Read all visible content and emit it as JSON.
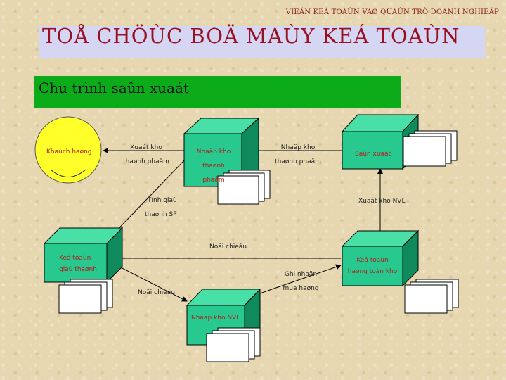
{
  "header": {
    "course_title": "VIEÄN KEÁ TOAÙN VAØ QUAÛN TRÒ DOANH NGHIEÄP",
    "slide_title": "TOÅ CHÖÙC BOÄ MAÙY KEÁ TOAÙN",
    "section_title": "Chu trình saûn xuaát"
  },
  "nodes": {
    "customer": "Khaùch haøng",
    "finished_goods_store": [
      "Nhaäp kho",
      "thaønh phaåm"
    ],
    "production": "Saûn xuaát",
    "sales_accountant": [
      "Keá toaùn",
      "giaù thaønh"
    ],
    "inventory_accountant": [
      "Keá toaùn",
      "haøng toàn kho"
    ],
    "material_store": "Nhaäp kho NVL"
  },
  "edge_labels": {
    "issue_fg": [
      "Xuaát kho",
      "thaønh phaåm"
    ],
    "receive_fg": [
      "Nhaäp kho",
      "thaønh phaåm"
    ],
    "costing": [
      "Tính giaù",
      "thaønh SP"
    ],
    "issue_material": "Xuaát kho NVL",
    "outside_top": "Noäi chieáu",
    "outside_bottom": "Noäi chieáu",
    "record_purchase": [
      "Ghi nhaän",
      "mua haøng"
    ]
  },
  "colors": {
    "box_front": "#27c98f",
    "box_top": "#48e0a6",
    "box_side": "#0f8a5c",
    "smiley": "#ffff2a",
    "title_red": "#9a1020"
  }
}
